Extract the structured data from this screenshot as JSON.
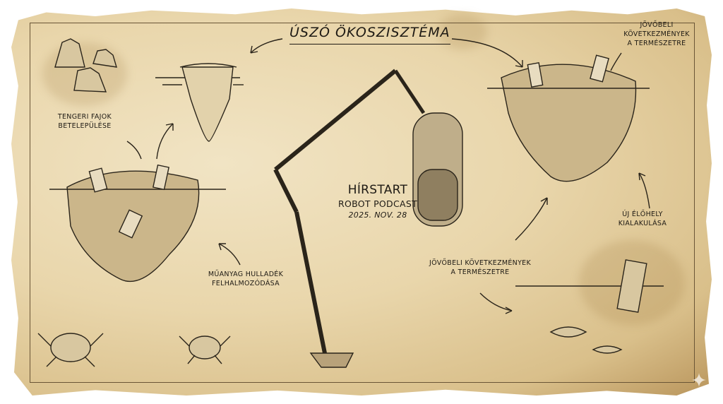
{
  "poster": {
    "title": "ÚSZÓ ÖKOSZISZTÉMA",
    "center": {
      "name": "HÍRSTART",
      "subtitle": "ROBOT PODCAST",
      "date": "2025. NOV. 28"
    },
    "labels": {
      "top_right_1": "JÖVŐBELI",
      "top_right_2": "KÖVETKEZMÉNYEK",
      "top_right_3": "A TERMÉSZETRE",
      "left_1": "TENGERI FAJOK",
      "left_2": "BETELEPÜLÉSE",
      "bottom_left_1": "MŰANYAG HULLADÉK",
      "bottom_left_2": "FELHALMOZÓDÁSA",
      "right_1": "ÚJ ÉLŐHELY",
      "right_2": "KIALAKULÁSA",
      "bottom_right_1": "JÖVŐBELI KÖVETKEZMÉNYEK",
      "bottom_right_2": "A TERMÉSZETRE"
    },
    "colors": {
      "parchment": "#e9d6ab",
      "ink": "#1e1a14",
      "sepia": "#6a5536"
    }
  }
}
